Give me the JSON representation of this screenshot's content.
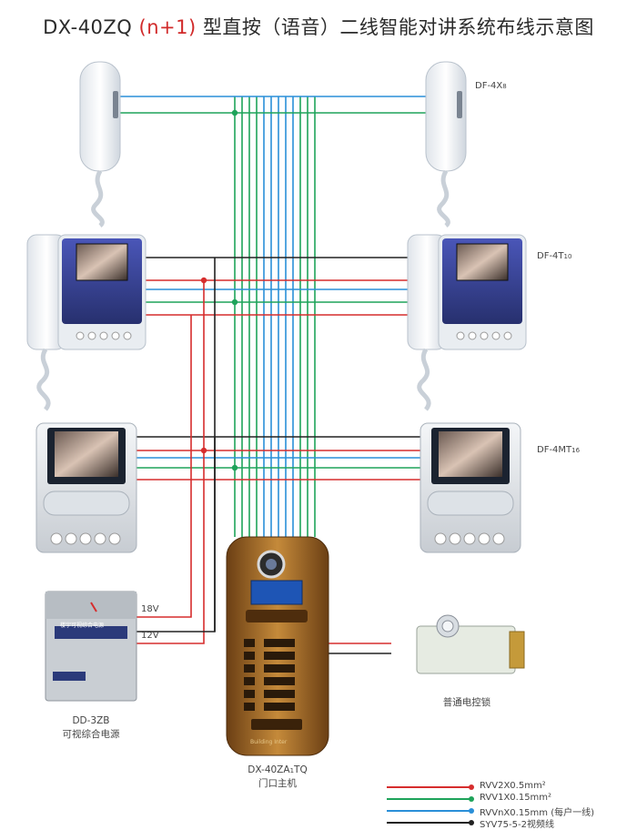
{
  "title": {
    "model": "DX-40ZQ",
    "suffix": "(n+1)",
    "rest": "型直按（语音）二线智能对讲系统布线示意图"
  },
  "devices": {
    "handset": {
      "label": "DF-4X",
      "sub": "8"
    },
    "blue_monitor": {
      "label": "DF-4T",
      "sub": "10"
    },
    "silver_monitor": {
      "label": "DF-4MT",
      "sub": "16"
    },
    "power_supply": {
      "model": "DD-3ZB",
      "name": "可视综合电源",
      "panel_text": "楼宇可视综合电源"
    },
    "door_station": {
      "model": "DX-40ZA",
      "sub": "1",
      "model_end": "TQ",
      "name": "门口主机",
      "footer": "Building Inter"
    },
    "lock": {
      "name": "普通电控锁"
    }
  },
  "power_labels": {
    "v18": "18V",
    "v12": "12V"
  },
  "legend": [
    {
      "color": "#d62d2d",
      "text": "RVV2X0.5mm²"
    },
    {
      "color": "#1ea35a",
      "text": "RVV1X0.15mm²"
    },
    {
      "color": "#2a8fd8",
      "text": "RVVnX0.15mm (每户一线)"
    },
    {
      "color": "#222222",
      "text": "SYV75-5-2视频线"
    }
  ],
  "colors": {
    "red": "#d62d2d",
    "green": "#1ea35a",
    "blue": "#2a8fd8",
    "black": "#222222"
  }
}
